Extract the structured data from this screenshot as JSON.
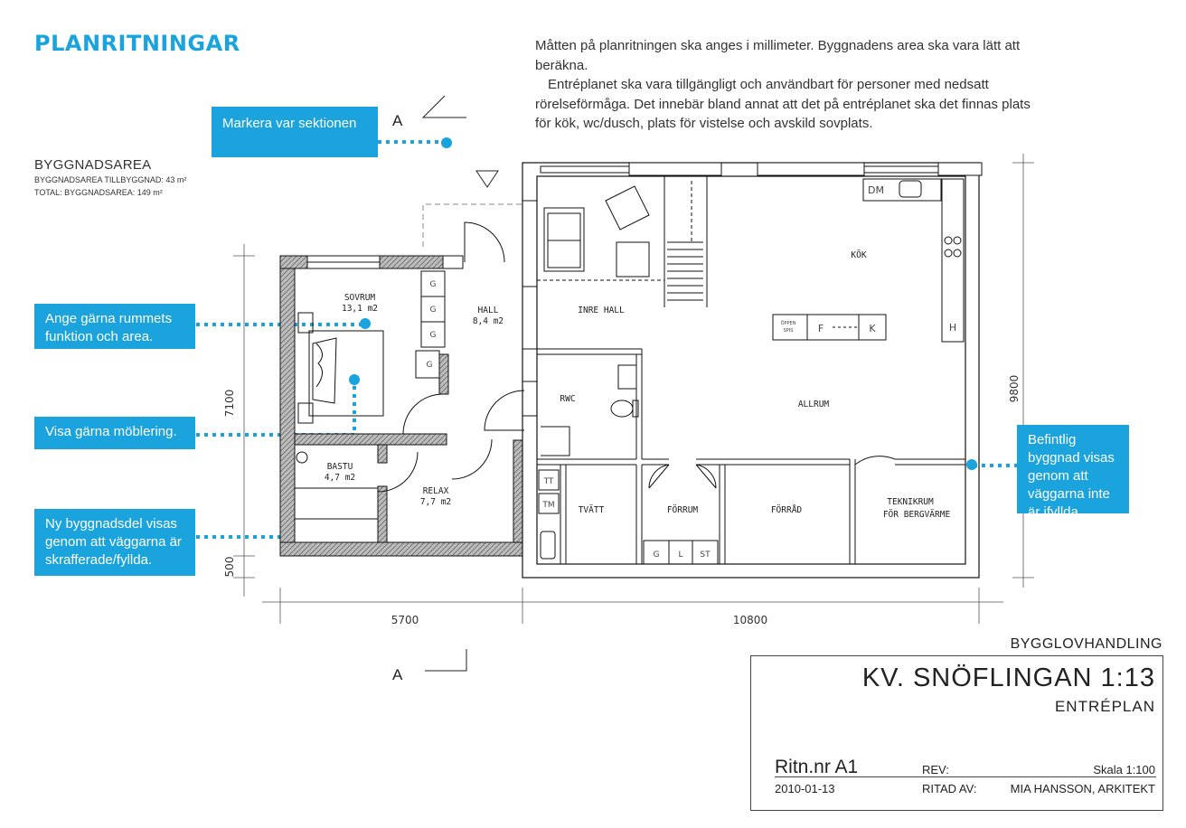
{
  "page": {
    "title": "PLANRITNINGAR",
    "intro_p1": "Måtten på planritningen ska anges i millimeter. Byggnadens area ska vara lätt att beräkna.",
    "intro_p2": "Entréplanet ska vara tillgängligt och användbart för personer med nedsatt rörelseförmåga. Det innebär bland annat att det på entréplanet ska det finnas plats för kök, wc/dusch, plats för vistelse och avskild sovplats."
  },
  "area": {
    "heading": "BYGGNADSAREA",
    "line1": "BYGGNADSAREA TILLBYGGNAD: 43 m²",
    "line2": "TOTAL: BYGGNADSAREA: 149 m²"
  },
  "callouts": {
    "section": "Markera var sektionen",
    "room": "Ange gärna rummets funktion och area.",
    "furniture": "Visa gärna möblering.",
    "new_part": "Ny byggnadsdel visas genom att väggarna är skrafferade/fyllda.",
    "existing": "Befintlig byggnad visas genom att väggarna inte är ifyllda."
  },
  "section_marks": {
    "top": "A",
    "bottom": "A"
  },
  "rooms": {
    "sovrum": "SOVRUM",
    "sovrum_area": "13,1 m2",
    "hall": "HALL",
    "hall_area": "8,4 m2",
    "inre_hall": "INRE HALL",
    "kok": "KÖK",
    "allrum": "ALLRUM",
    "rwc": "RWC",
    "bastu": "BASTU",
    "bastu_area": "4,7 m2",
    "relax": "RELAX",
    "relax_area": "7,7 m2",
    "tvatt": "TVÄTT",
    "forrum": "FÖRRUM",
    "forrad": "FÖRRÅD",
    "teknik1": "TEKNIKRUM",
    "teknik2": "FÖR BERGVÄRME"
  },
  "fixtures": {
    "g": "G",
    "dm": "DM",
    "h": "H",
    "f": "F",
    "k": "K",
    "oppen": "ÖPPEN",
    "spis": "SPIS",
    "tt": "TT",
    "tm": "TM",
    "l": "L",
    "st": "ST"
  },
  "dimensions": {
    "w_left": "5700",
    "w_right": "10800",
    "h_left": "7100",
    "h_small": "500",
    "h_right": "9800"
  },
  "title_block": {
    "handling": "BYGGLOVHANDLING",
    "name": "KV. SNÖFLINGAN 1:13",
    "plan": "ENTRÉPLAN",
    "ritn_nr": "Ritn.nr A1",
    "rev": "REV:",
    "scale": "Skala 1:100",
    "date": "2010-01-13",
    "drawn_by_label": "RITAD AV:",
    "architect": "MIA HANSSON, ARKITEKT"
  },
  "colors": {
    "accent": "#1aa3dc",
    "wall": "#1a1a1a",
    "new_wall_fill": "#9a9a9a"
  }
}
